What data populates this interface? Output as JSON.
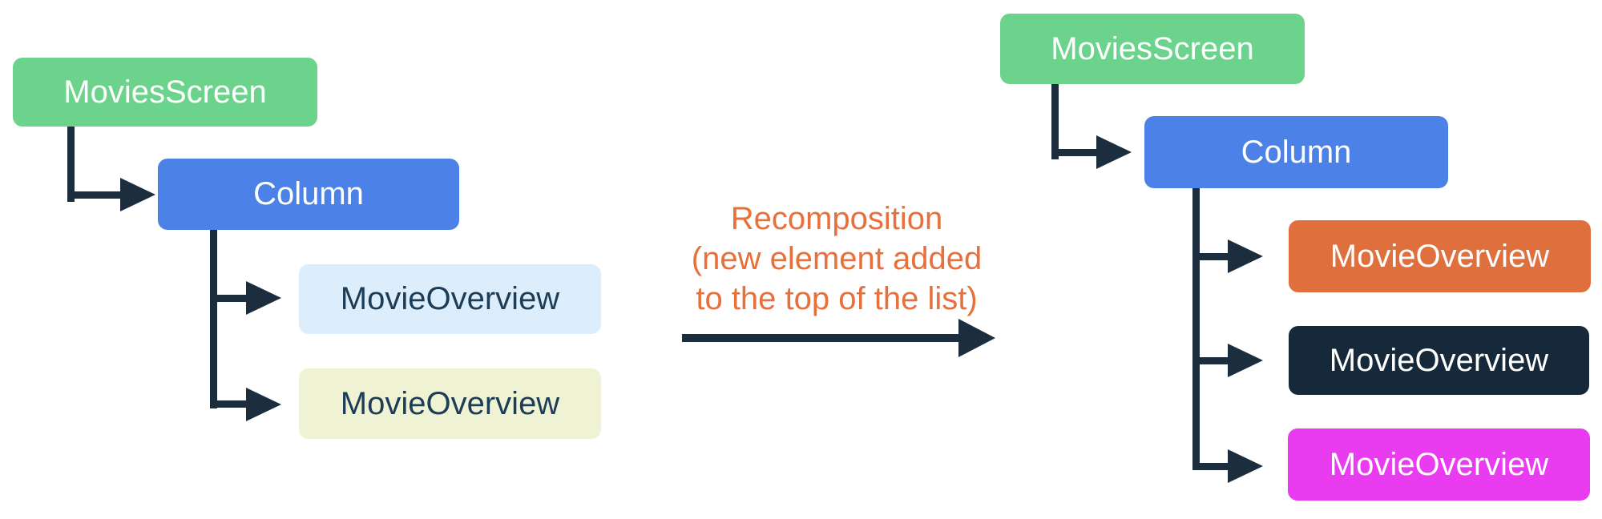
{
  "diagram": {
    "connector_color": "#1C2E3E",
    "annotation": {
      "color": "#E7703B",
      "line1": "Recomposition",
      "line2": "(new element added",
      "line3": "to the top of the list)"
    },
    "left_tree": {
      "root": {
        "label": "MoviesScreen",
        "color": "#6CD38C",
        "text_color": "#FFFFFF"
      },
      "container": {
        "label": "Column",
        "color": "#4C81E8",
        "text_color": "#FFFFFF"
      },
      "children": [
        {
          "label": "MovieOverview",
          "color": "#DCEDFB",
          "text_color": "#1D3D56"
        },
        {
          "label": "MovieOverview",
          "color": "#EFF3D3",
          "text_color": "#1D3D56"
        }
      ]
    },
    "right_tree": {
      "root": {
        "label": "MoviesScreen",
        "color": "#6CD38C",
        "text_color": "#FFFFFF"
      },
      "container": {
        "label": "Column",
        "color": "#4C81E8",
        "text_color": "#FFFFFF"
      },
      "children": [
        {
          "label": "MovieOverview",
          "color": "#DF703D",
          "text_color": "#FFFFFF"
        },
        {
          "label": "MovieOverview",
          "color": "#16293B",
          "text_color": "#FFFFFF"
        },
        {
          "label": "MovieOverview",
          "color": "#E93BEF",
          "text_color": "#FFFFFF"
        }
      ]
    }
  }
}
